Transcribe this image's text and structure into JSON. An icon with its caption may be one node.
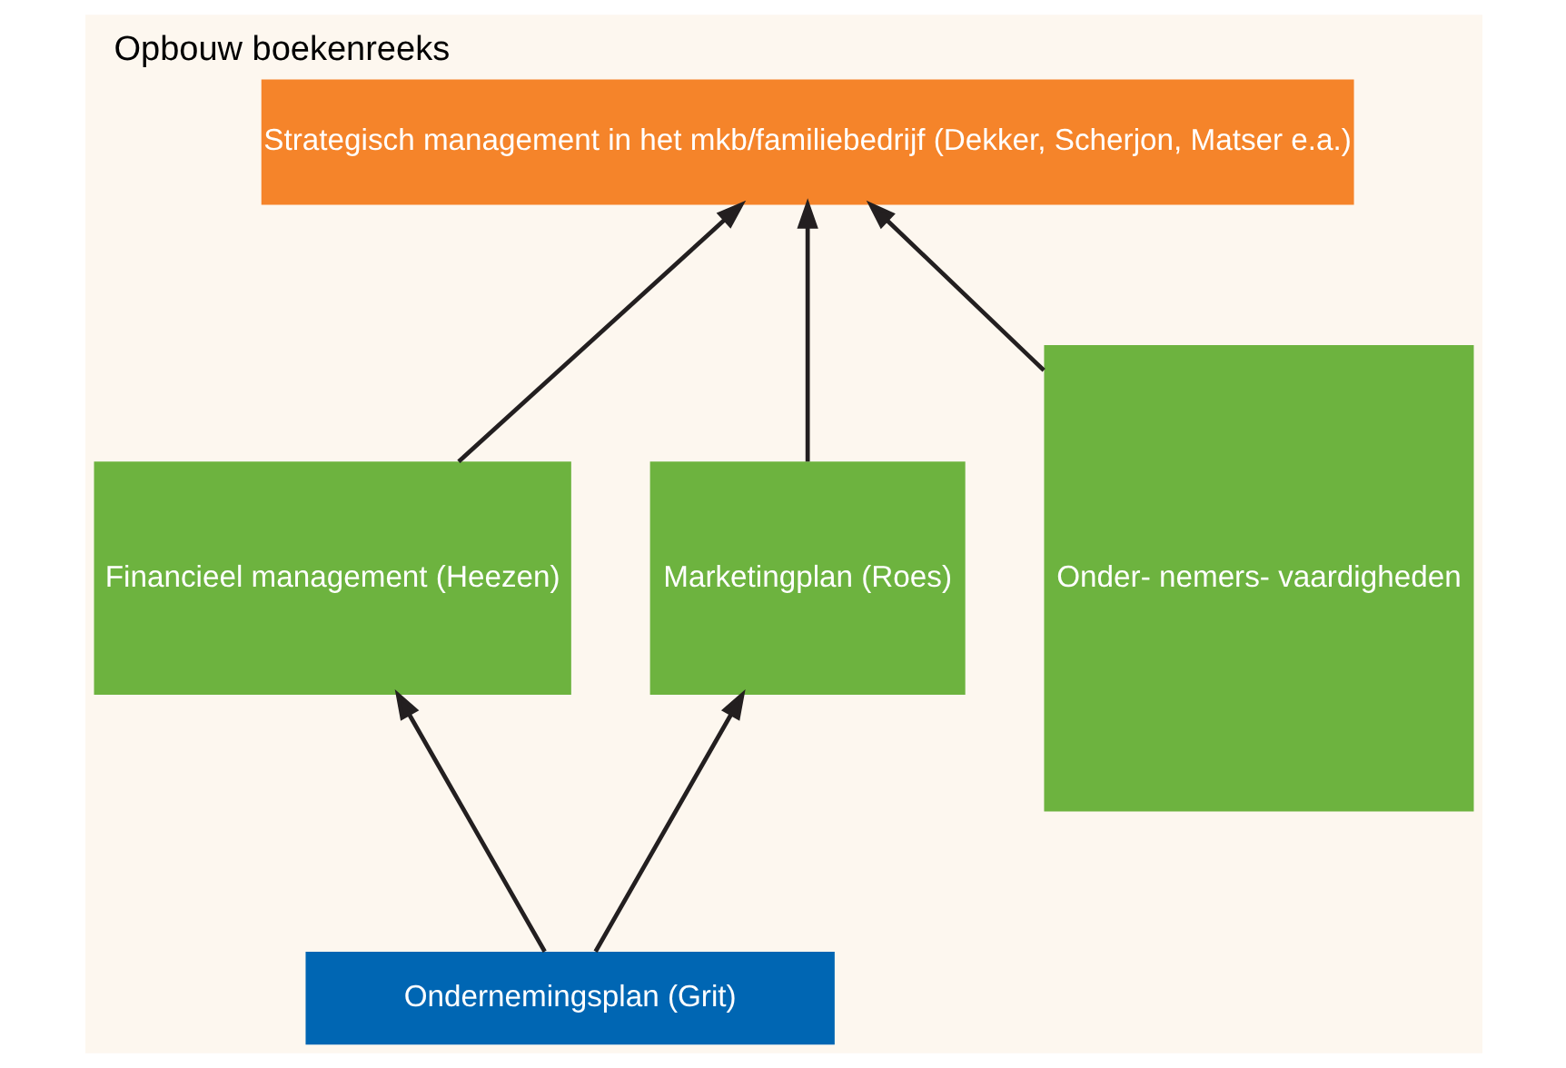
{
  "diagram": {
    "title": "Opbouw boekenreeks",
    "nodes": [
      {
        "text": [
          "Strategisch management in het mkb/familiebedrijf (Dekker, Scherjon, Matser e.a.)"
        ]
      },
      {
        "text": [
          "Financieel management (Heezen)"
        ]
      },
      {
        "text": [
          "Marketingplan (Roes)"
        ]
      },
      {
        "text": [
          "Onder- nemers- vaardigheden"
        ]
      },
      {
        "text": [
          "Ondernemingsplan (Grit)"
        ]
      }
    ],
    "edges": [
      {
        "from": 1,
        "to": 0,
        "arrow": "to"
      },
      {
        "from": 2,
        "to": 0,
        "arrow": "to"
      },
      {
        "from": 3,
        "to": 0,
        "arrow": "to"
      },
      {
        "from": 4,
        "to": 1,
        "arrow": "to"
      },
      {
        "from": 4,
        "to": 2,
        "arrow": "to"
      }
    ]
  }
}
